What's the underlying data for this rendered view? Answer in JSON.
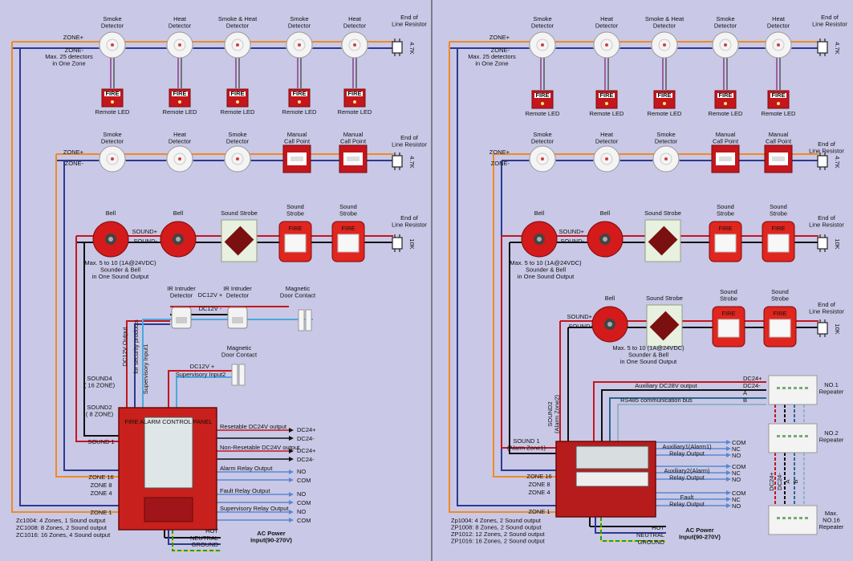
{
  "left": {
    "row1": {
      "devices": [
        "Smoke\nDetector",
        "Heat\nDetector",
        "Smoke & Heat\nDetector",
        "Smoke\nDetector",
        "Heat\nDetector"
      ],
      "eol": "End of\nLine Resistor",
      "res": "4.7K",
      "zp": "ZONE+",
      "zm": "ZONE-",
      "note": "Max. 25 detectors\nin One Zone",
      "remote": "Remote LED"
    },
    "row2": {
      "devices": [
        "Smoke\nDetector",
        "Heat\nDetector",
        "Smoke\nDetector",
        "Manual\nCall Point",
        "Manual\nCall Point"
      ],
      "eol": "End of\nLine Resistor",
      "res": "4.7K",
      "zp": "ZONE+",
      "zm": "ZONE-"
    },
    "row3": {
      "devices": [
        "Bell",
        "Bell",
        "Sound Strobe",
        "Sound\nStrobe",
        "Sound\nStrobe"
      ],
      "eol": "End of\nLine Resistor",
      "res": "10K",
      "sp": "SOUND+",
      "sm": "SOUND-",
      "note": "Max. 5  to 10 (1A@24VDC)\nSounder & Bell\nin One Sound Output"
    },
    "security": {
      "ir1": "IR Intruder\nDetector",
      "ir2": "IR Intruder\nDetector",
      "mag1": "Magnetic\nDoor Contact",
      "mag2": "Magnetic\nDoor Contact",
      "dc12p": "DC12V +",
      "dc12m": "DC12V -",
      "dc12p2": "DC12V +",
      "sup2": "Supervisory Input2",
      "dcout": "DC12V  Output",
      "forsec": "for security products",
      "sup1": "Supervisory Input1"
    },
    "panel": {
      "sound4": "SOUND4\n( 16 ZONE)",
      "sound2": "SOUND2\n( 8 ZONE)",
      "sound1": "SOUND 1",
      "zone16": "ZONE 16",
      "zone8": "ZONE 8",
      "zone4": "ZONE 4",
      "zone1": "ZONE 1",
      "title": "FIRE ALARM CONTROL PANEL",
      "outs": [
        {
          "label": "Resetable DC24V output",
          "terms": [
            "DC24+",
            "DC24-"
          ]
        },
        {
          "label": "Non-Resetable DC24V output",
          "terms": [
            "DC24+",
            "DC24-"
          ]
        },
        {
          "label": "Alarm Relay Output",
          "terms": [
            "NO",
            "COM"
          ]
        },
        {
          "label": "Fault Relay Output",
          "terms": [
            "NO",
            "COM"
          ]
        },
        {
          "label": "Supervisory Relay Output",
          "terms": [
            "NO",
            "COM"
          ]
        }
      ],
      "hot": "HOT",
      "neutral": "NEUTRAL",
      "ground": "GROUND",
      "ac": "AC Power\nInput(90-270V)",
      "models": [
        "Zc1004:  4 Zones, 1 Sound output",
        "ZC1008:  8 Zones, 2 Sound output",
        "ZC1016: 16 Zones, 4 Sound output"
      ]
    }
  },
  "right": {
    "row1": {
      "devices": [
        "Smoke\nDetector",
        "Heat\nDetector",
        "Smoke & Heat\nDetector",
        "Smoke\nDetector",
        "Heat\nDetector"
      ],
      "eol": "End of\nLine Resistor",
      "res": "4.7K",
      "zp": "ZONE+",
      "zm": "ZONE-",
      "note": "Max. 25 detectors\nin One Zone",
      "remote": "Remote LED"
    },
    "row2": {
      "devices": [
        "Smoke\nDetector",
        "Heat\nDetector",
        "Smoke\nDetector",
        "Manual\nCall Point",
        "Manual\nCall Point"
      ],
      "eol": "End of\nLine Resistor",
      "res": "4.7K",
      "zp": "ZONE+",
      "zm": "ZONE-"
    },
    "row3": {
      "devices": [
        "Bell",
        "Bell",
        "Sound Strobe",
        "Sound\nStrobe",
        "Sound\nStrobe"
      ],
      "eol": "End of\nLine Resistor",
      "res": "10K",
      "sp": "SOUND+",
      "sm": "SOUND-",
      "note": "Max. 5  to 10 (1A@24VDC)\nSounder & Bell\nin One Sound Output"
    },
    "row4": {
      "devices": [
        "Bell",
        "Sound Strobe",
        "Sound\nStrobe",
        "Sound\nStrobe"
      ],
      "eol": "End of\nLine Resistor",
      "res": "10K",
      "sp": "SOUND+",
      "sm": "SOUND-",
      "note": "Max. 5  to 10 (1A@24VDC)\nSounder & Bell\nin One Sound Output"
    },
    "panel": {
      "sound2": "SOUND2\n(Alarm Zone2)",
      "sound1": "SOUND 1\n(Alarm Zone1)",
      "zone16": "ZONE 16",
      "zone8": "ZONE 8",
      "zone4": "ZONE 4",
      "zone1": "ZONE 1",
      "aux": "Auxiliary  DC28V output",
      "rs485": "RS485 communication bus",
      "busterms": [
        "DC24+",
        "DC24-",
        "A",
        "B"
      ],
      "relays": [
        {
          "label": "Auxiliary1(Alarm1)\nRelay Output",
          "terms": [
            "COM",
            "NC",
            "NO"
          ]
        },
        {
          "label": "Auxiliary2(Alarm)\nRelay Output",
          "terms": [
            "COM",
            "NC",
            "NO"
          ]
        },
        {
          "label": "Fault\nRelay Output",
          "terms": [
            "COM",
            "NC",
            "NO"
          ]
        }
      ],
      "repeaters": [
        "NO.1\nRepeater",
        "NO.2\nRepeater",
        "Max.\nNO.16\nRepeater"
      ],
      "vert": [
        "DC24+",
        "DC24-",
        "A",
        "B"
      ],
      "hot": "HOT",
      "neutral": "NEUTRAL",
      "ground": "GROUND",
      "ac": "AC Power\nInput(90-270V)",
      "models": [
        "Zp1004:  4 Zones, 2 Sound output",
        "ZP1008:  8 Zones, 2 Sound output",
        "ZP1012: 12 Zones, 2 Sound output",
        "ZP1016: 16 Zones, 2 Sound output"
      ]
    }
  },
  "colors": {
    "bg": "#c9c8e6",
    "orange": "#f08a24",
    "blue": "#2e3a8f",
    "red": "#c4161c",
    "green": "#1f9a3a",
    "lightblue": "#4aa8e0",
    "black": "#111111",
    "yellow": "#e8d200"
  }
}
